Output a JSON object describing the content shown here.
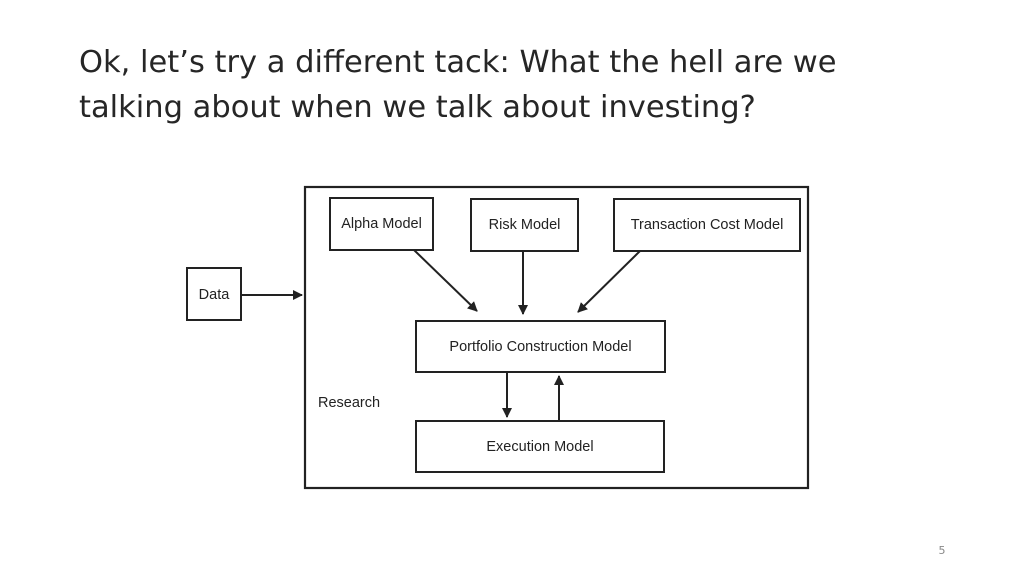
{
  "slide": {
    "title_line1": "Ok, let’s try a different tack: What the hell are we",
    "title_line2": "talking about when we talk about investing?",
    "page_number": "5"
  },
  "diagram": {
    "container_label": "Research",
    "nodes": {
      "data": "Data",
      "alpha_model": "Alpha Model",
      "risk_model": "Risk Model",
      "transaction_cost_model": "Transaction Cost Model",
      "portfolio_construction_model": "Portfolio Construction Model",
      "execution_model": "Execution Model"
    },
    "edges": [
      {
        "from": "data",
        "to": "research"
      },
      {
        "from": "alpha_model",
        "to": "portfolio_construction_model"
      },
      {
        "from": "risk_model",
        "to": "portfolio_construction_model"
      },
      {
        "from": "transaction_cost_model",
        "to": "portfolio_construction_model"
      },
      {
        "from": "portfolio_construction_model",
        "to": "execution_model"
      },
      {
        "from": "execution_model",
        "to": "portfolio_construction_model"
      }
    ]
  }
}
